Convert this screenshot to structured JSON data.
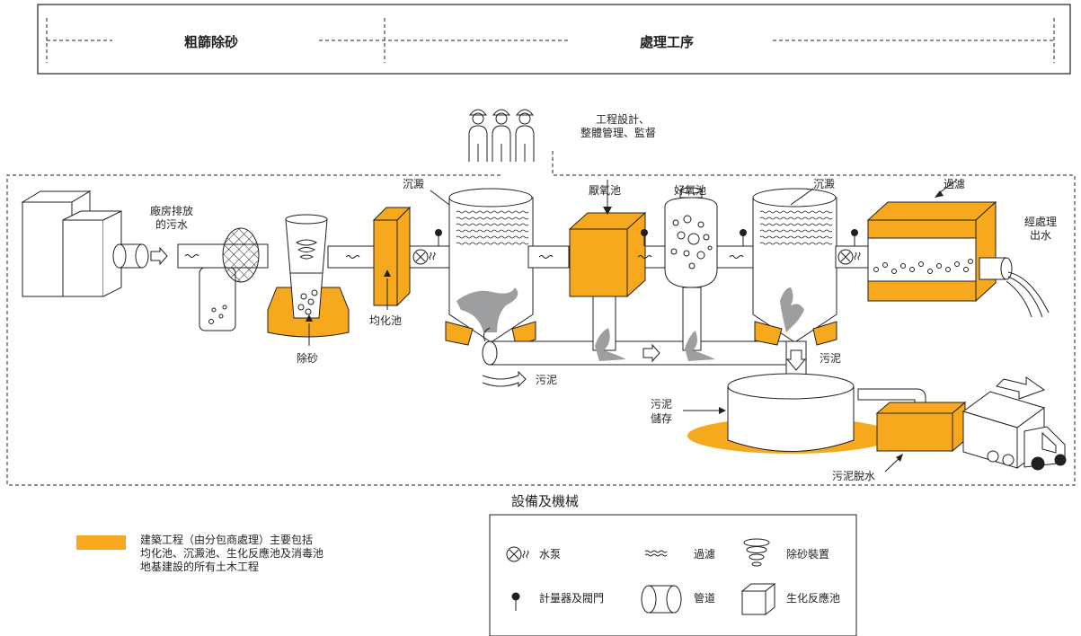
{
  "colors": {
    "construction": "#f7a91d",
    "sludge": "#9d9e9f",
    "line": "#231f20"
  },
  "header": {
    "left": "粗篩除砂",
    "right": "處理工序"
  },
  "labels": {
    "engineering": "工程設計、",
    "management": "整體管理、監督",
    "factory_sewage_1": "廠房排放",
    "factory_sewage_2": "的污水",
    "grit_removal": "除砂",
    "equalization": "均化池",
    "sedimentation_1": "沉澱",
    "anaerobic": "厭氧池",
    "aerobic": "好氧池",
    "sedimentation_2": "沉澱",
    "filtration": "過濾",
    "treated_1": "經處理",
    "treated_2": "出水",
    "sludge_1": "污泥",
    "sludge_2": "污泥",
    "sludge_storage_1": "污泥",
    "sludge_storage_2": "儲存",
    "sludge_dewatering": "污泥脫水"
  },
  "legend": {
    "title": "設備及機械",
    "pump": "水泵",
    "filter": "過濾",
    "grit_device": "除砂裝置",
    "meter": "計量器及閥門",
    "pipe": "管道",
    "reactor": "生化反應池"
  },
  "note": {
    "line1": "建築工程（由分包商處理）主要包括",
    "line2": "均化池、沉澱池、生化反應池及消毒池",
    "line3": "地基建設的所有土木工程"
  },
  "icons": [
    "worker-icon",
    "truck-icon",
    "pump-icon",
    "meter-icon",
    "pipe-icon",
    "cube-icon",
    "spiral-icon",
    "wave-icon",
    "arrow-icon"
  ]
}
